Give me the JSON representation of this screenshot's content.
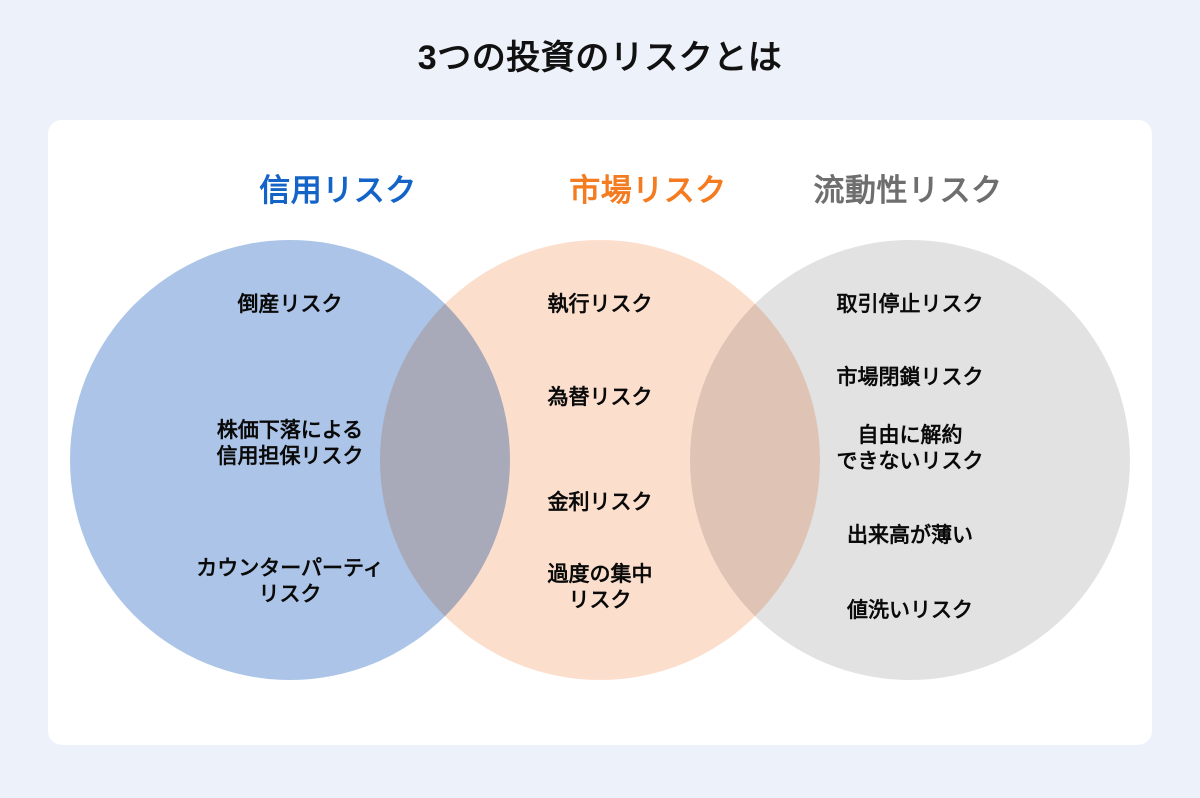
{
  "page": {
    "title": "3つの投資のリスクとは",
    "background_color": "#edf1f9",
    "card_color": "#ffffff"
  },
  "diagram": {
    "type": "venn",
    "circles": [
      {
        "key": "credit",
        "heading": "信用リスク",
        "heading_color": "#1464c8",
        "fill_color": "#abc4e7",
        "items": [
          "倒産リスク",
          "株価下落による\n信用担保リスク",
          "カウンターパーティ\nリスク"
        ]
      },
      {
        "key": "market",
        "heading": "市場リスク",
        "heading_color": "#f47b20",
        "fill_color": "#fcdecc",
        "items": [
          "執行リスク",
          "為替リスク",
          "金利リスク",
          "過度の集中\nリスク"
        ]
      },
      {
        "key": "liquidity",
        "heading": "流動性リスク",
        "heading_color": "#6e6e6e",
        "fill_color": "#e2e2e2",
        "items": [
          "取引停止リスク",
          "市場閉鎖リスク",
          "自由に解約\nできないリスク",
          "出来高が薄い",
          "値洗いリスク"
        ]
      }
    ],
    "overlap_colors": {
      "credit_market": "#b1b3c6",
      "market_liquidity": "#ddc7bb"
    }
  }
}
